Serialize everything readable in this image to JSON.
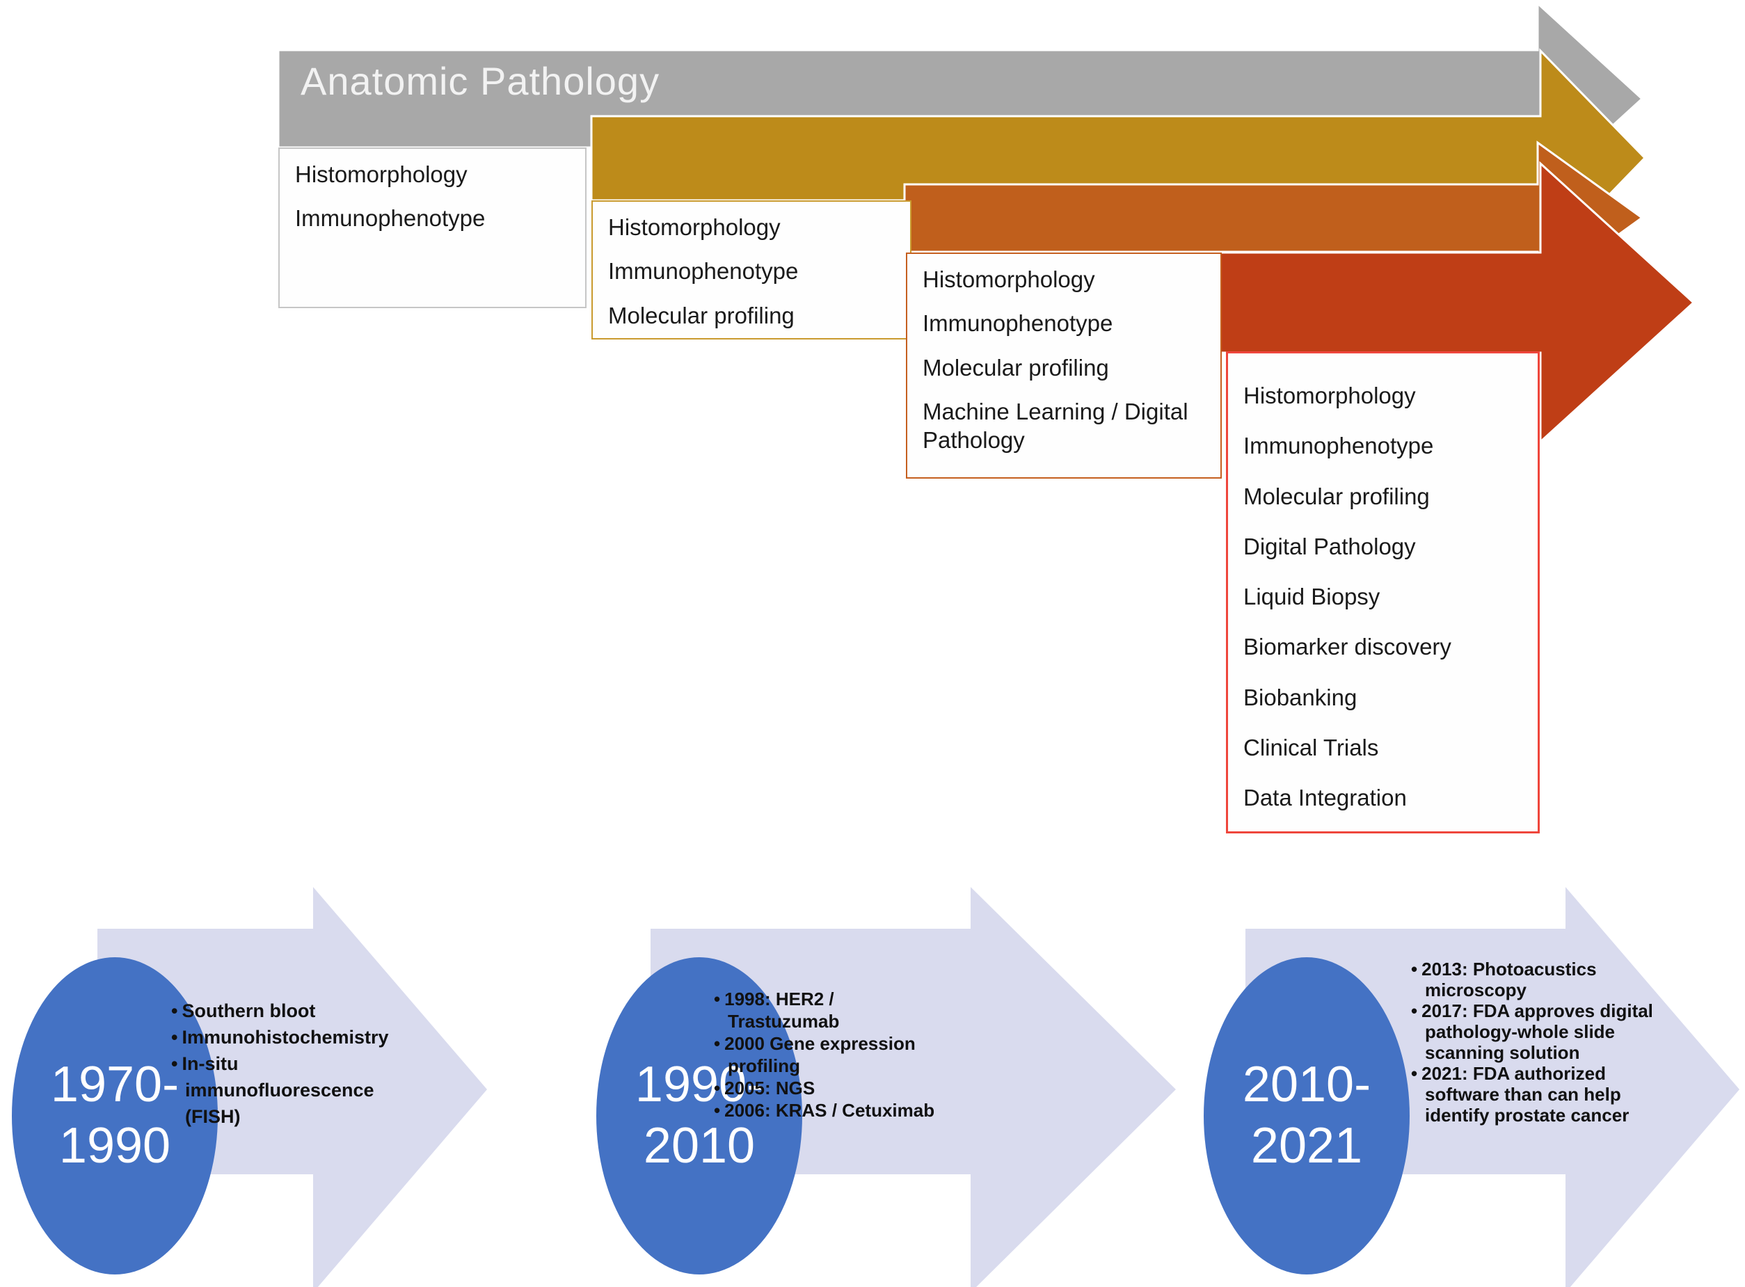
{
  "evolution": {
    "title": "Anatomic Pathology",
    "stages": [
      {
        "name": "anatomic-pathology-era",
        "color": "#a8a8a8",
        "items": [
          "Histomorphology",
          "Immunophenotype"
        ]
      },
      {
        "name": "molecular-era",
        "color": "#bd8b1a",
        "items": [
          "Histomorphology",
          "Immunophenotype",
          "Molecular profiling"
        ]
      },
      {
        "name": "machine-learning-era",
        "color": "#c05f1c",
        "items": [
          "Histomorphology",
          "Immunophenotype",
          "Molecular profiling",
          "Machine Learning / Digital Pathology"
        ]
      },
      {
        "name": "integrated-era",
        "color": "#bf3e16",
        "items": [
          "Histomorphology",
          "Immunophenotype",
          "Molecular profiling",
          "Digital Pathology",
          "Liquid Biopsy",
          "Biomarker discovery",
          "Biobanking",
          "Clinical Trials",
          "Data Integration"
        ]
      }
    ]
  },
  "timeline": {
    "arrow_color": "#d9dbee",
    "circle_color": "#4472c4",
    "periods": [
      {
        "years_line1": "1970-",
        "years_line2": "1990",
        "events": [
          "Southern bloot",
          "Immunohistochemistry",
          "In-situ immunofluorescence (FISH)"
        ]
      },
      {
        "years_line1": "1990-",
        "years_line2": "2010",
        "events": [
          "1998: HER2 / Trastuzumab",
          "2000 Gene expression profiling",
          "2005: NGS",
          "2006: KRAS / Cetuximab"
        ]
      },
      {
        "years_line1": "2010-",
        "years_line2": "2021",
        "events": [
          "2013: Photoacustics microscopy",
          "2017: FDA approves digital pathology-whole slide scanning solution",
          "2021: FDA authorized software than can help identify prostate cancer"
        ]
      }
    ]
  }
}
